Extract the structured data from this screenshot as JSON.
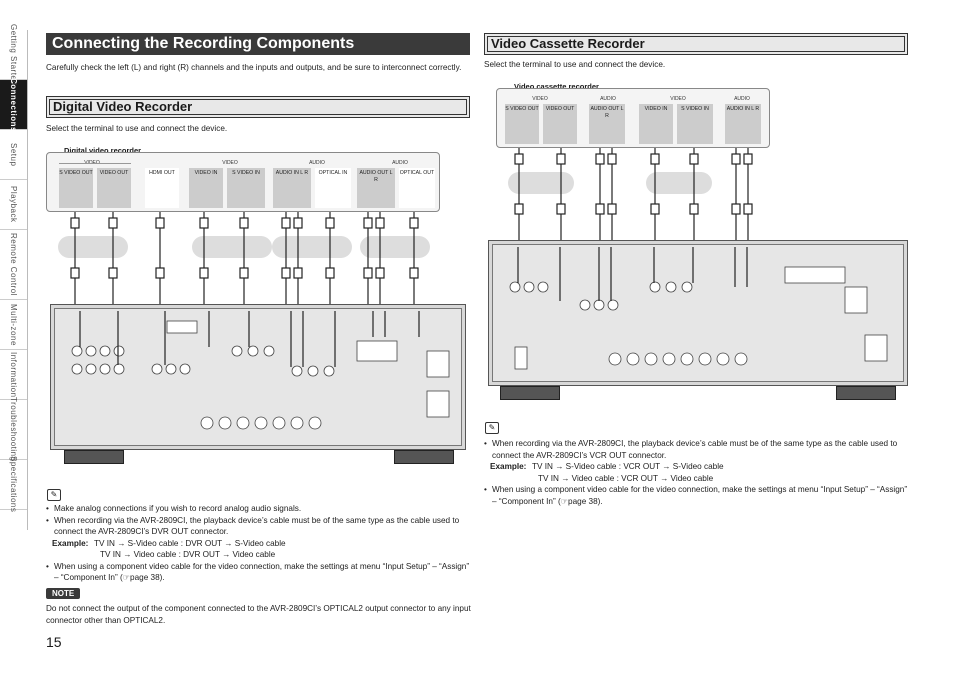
{
  "sidebar": {
    "tabs": [
      {
        "label": "Getting Started",
        "active": false
      },
      {
        "label": "Connections",
        "active": true
      },
      {
        "label": "Setup",
        "active": false
      },
      {
        "label": "Playback",
        "active": false
      },
      {
        "label": "Remote Control",
        "active": false
      },
      {
        "label": "Multi-zone",
        "active": false
      },
      {
        "label": "Information",
        "active": false
      },
      {
        "label": "Troubleshooting",
        "active": false
      },
      {
        "label": "Specifications",
        "active": false
      }
    ]
  },
  "left": {
    "title": "Connecting the Recording Components",
    "intro": "Carefully check the left (L) and right (R) channels and the inputs and outputs, and be sure to interconnect correctly.",
    "section_title": "Digital Video Recorder",
    "select_text": "Select the terminal to use and connect the device.",
    "device_caption": "Digital video recorder",
    "panel": {
      "groups": [
        "VIDEO",
        "VIDEO",
        "AUDIO",
        "AUDIO"
      ],
      "cells": [
        {
          "label": "S VIDEO OUT"
        },
        {
          "label": "VIDEO OUT"
        },
        {
          "label": "HDMI OUT"
        },
        {
          "label": "VIDEO IN"
        },
        {
          "label": "S VIDEO IN"
        },
        {
          "label": "AUDIO IN L R"
        },
        {
          "label": "OPTICAL IN"
        },
        {
          "label": "AUDIO OUT L R"
        },
        {
          "label": "OPTICAL OUT"
        }
      ]
    },
    "bullets": [
      "Make analog connections if you wish to record analog audio signals.",
      "When recording via the AVR-2809CI, the playback device’s cable must be of the same type as the cable used to connect the AVR-2809CI’s DVR OUT connector.",
      "When using a component video cable for the video connection, make the settings at menu “Input Setup” – “Assign” – “Component In” (☞page 38)."
    ],
    "example_label": "Example:",
    "example_1": "TV IN → S-Video cable : DVR OUT → S-Video cable",
    "example_2": "TV IN → Video cable : DVR OUT → Video cable",
    "note_label": "NOTE",
    "note_text": "Do not connect the output of the component connected to the AVR-2809CI’s OPTICAL2 output connector to any input connector other than OPTICAL2."
  },
  "right": {
    "section_title": "Video Cassette Recorder",
    "select_text": "Select the terminal to use and connect the device.",
    "device_caption": "Video cassette recorder",
    "panel": {
      "groups": [
        "VIDEO",
        "AUDIO",
        "VIDEO",
        "AUDIO"
      ],
      "cells": [
        {
          "label": "S VIDEO OUT"
        },
        {
          "label": "VIDEO OUT"
        },
        {
          "label": "AUDIO OUT L R"
        },
        {
          "label": "VIDEO IN"
        },
        {
          "label": "S VIDEO IN"
        },
        {
          "label": "AUDIO IN L R"
        }
      ]
    },
    "bullets": [
      "When recording via the AVR-2809CI, the playback device’s cable must be of the same type as the cable used to connect the AVR-2809CI’s VCR OUT connector.",
      "When using a component video cable for the video connection, make the settings at menu “Input Setup” – “Assign” – “Component In” (☞page 38)."
    ],
    "example_label": "Example:",
    "example_1": "TV IN → S-Video cable : VCR OUT → S-Video cable",
    "example_2": "TV IN → Video cable : VCR OUT → Video cable"
  },
  "page_number": "15"
}
